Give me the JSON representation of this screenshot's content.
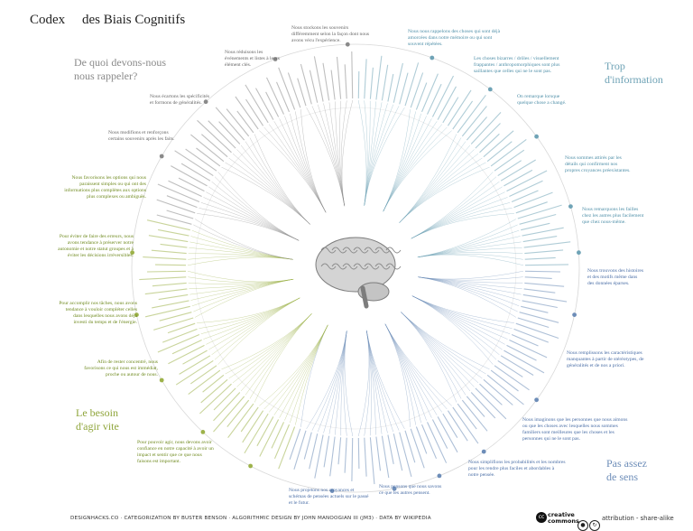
{
  "title": {
    "part1": "Codex",
    "part2": "des Biais Cognitifs"
  },
  "quadrants": {
    "memory": "De quoi devons-nous\nnous rappeler?",
    "too_much_info": "Trop\nd'information",
    "act_fast": "Le besoin\nd'agir vite",
    "meaning": "Pas assez\nde sens"
  },
  "categories": {
    "memory": [
      "Nous stockons les souvenirs\ndifféremment selon la façon dont nous\navons vécu l'expérience.",
      "Nous réduisons les\névénements et listes à leurs\nélément clés.",
      "Nous écartons les spécificités\net formons de généralités.",
      "Nous modifions et renforçons\ncertains souvenirs après les faits."
    ],
    "act_fast": [
      "Nous favorisons les options qui nous\nparaissent simples ou qui ont des\ninformations plus complètes aux options\nplus complexes ou ambiguës.",
      "Pour éviter de faire des erreurs, nous\navons tendance à préserver notre\nautonomie et notre statut groupes et à\néviter les décisions irréversibles.",
      "Pour accomplir nos tâches, nous avons\ntendance à vouloir compléter celles\ndans lesquelles nous avons déjà\ninvesti du temps et de l'énergie.",
      "Afin de rester concentré, nous\nfavorisons ce qui nous est immédiat,\nproche ou autour de nous.",
      "Pour pouvoir agir, nous devons avoir\nconfiance en notre capacité à avoir un\nimpact et sentir que ce que nous\nfaisons est important."
    ],
    "too_much_info": [
      "Nous nous rappelons des choses qui sont déjà\namorcées dans notre mémoire ou qui sont\nsouvent répétées.",
      "Les choses bizarres / drôles / visuellement\nfrappantes / anthropomorphiques sont plus\nsaillantes que celles qui ne le sont pas.",
      "On remarque lorsque\nquelque chose a changé.",
      "Nous sommes attirés par les\ndétails qui confirment nos\npropres croyances préexistantes.",
      "Nous remarquons les failles\nchez les autres plus facilement\nque chez nous-même."
    ],
    "meaning": [
      "Nous trouvons des histoires\net des motifs même dans\ndes données éparses.",
      "Nous remplissons les caractéristiques\nmanquantes à partir de stéréotypes, de\ngénéralités et de nos a priori.",
      "Nous imaginons que les personnes que nous aimons\nou que les choses avec lesquelles nous sommes\nfamiliers sont meilleures que les choses et les\npersonnes qui ne le sont pas.",
      "Nous simplifions les probabilités et les nombres\npour les rendre plus faciles et abordables à\nnotre pensée.",
      "Nous pensons que nous savons\nce que les autres pensent.",
      "Nous projetons nos croyances et\nschémas de pensées actuels sur le passé\net le futur."
    ]
  },
  "footer": "DESIGNHACKS.CO · CATEGORIZATION BY BUSTER BENSON · ALGORITHMIC DESIGN BY JOHN MANOOGIAN III (JM3) · DATA BY WIKIPEDIA",
  "license": {
    "badge_top": "creative",
    "badge_bottom": "commons",
    "text": "attribution - share-alike"
  },
  "colors": {
    "memory": "#8a8a8a",
    "too_much_info": "#6fa3b6",
    "act_fast": "#9db24a",
    "meaning": "#6d8db8",
    "brain": "#9a9a9a"
  }
}
